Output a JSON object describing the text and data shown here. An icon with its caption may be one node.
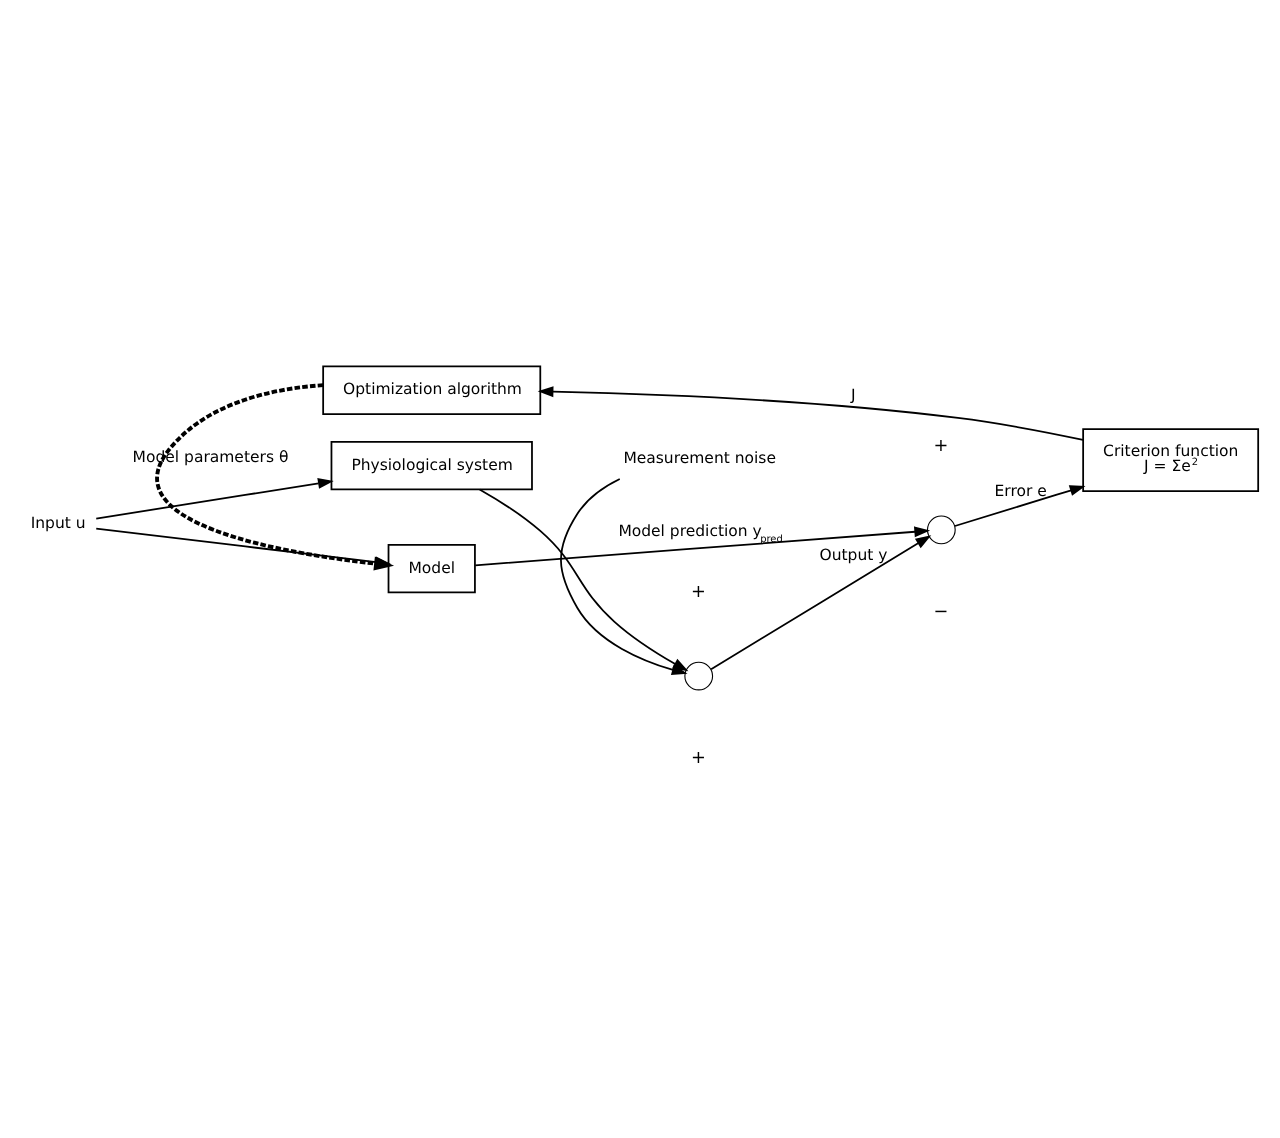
{
  "diagram": {
    "nodes": [
      {
        "text": [
          "Input u"
        ]
      },
      {
        "text": [
          "Physiological system"
        ]
      },
      {
        "text": [
          "Model"
        ]
      },
      {
        "text": [],
        "shape": "circle"
      },
      {
        "text": [
          "Measurement noise"
        ]
      },
      {
        "text": [],
        "shape": "circle"
      },
      {
        "text": [
          "Criterion function",
          "J = Σe$^{2}$"
        ]
      },
      {
        "text": [
          "Optimization algorithm"
        ]
      }
    ],
    "edges": [
      {
        "from": 0,
        "to": 1,
        "arrow": "to"
      },
      {
        "from": 0,
        "to": 2,
        "arrow": "to"
      },
      {
        "from": 1,
        "to": 3,
        "arrow": "to"
      },
      {
        "from": 4,
        "to": 3,
        "arrow": "to"
      },
      {
        "from": 3,
        "to": 5,
        "arrow": "to",
        "label": "Output y"
      },
      {
        "from": 2,
        "to": 5,
        "arrow": "to",
        "label": "Model prediction y$_{pred}$"
      },
      {
        "from": 5,
        "to": 6,
        "arrow": "to",
        "label": "Error e"
      },
      {
        "from": 6,
        "to": 7,
        "arrow": "to",
        "label": "J"
      },
      {
        "from": 7,
        "to": 2,
        "arrow": "to",
        "style": "dashed",
        "label": "Model parameters θ"
      }
    ],
    "labels": [
      "+",
      "+",
      "+",
      "−"
    ]
  }
}
